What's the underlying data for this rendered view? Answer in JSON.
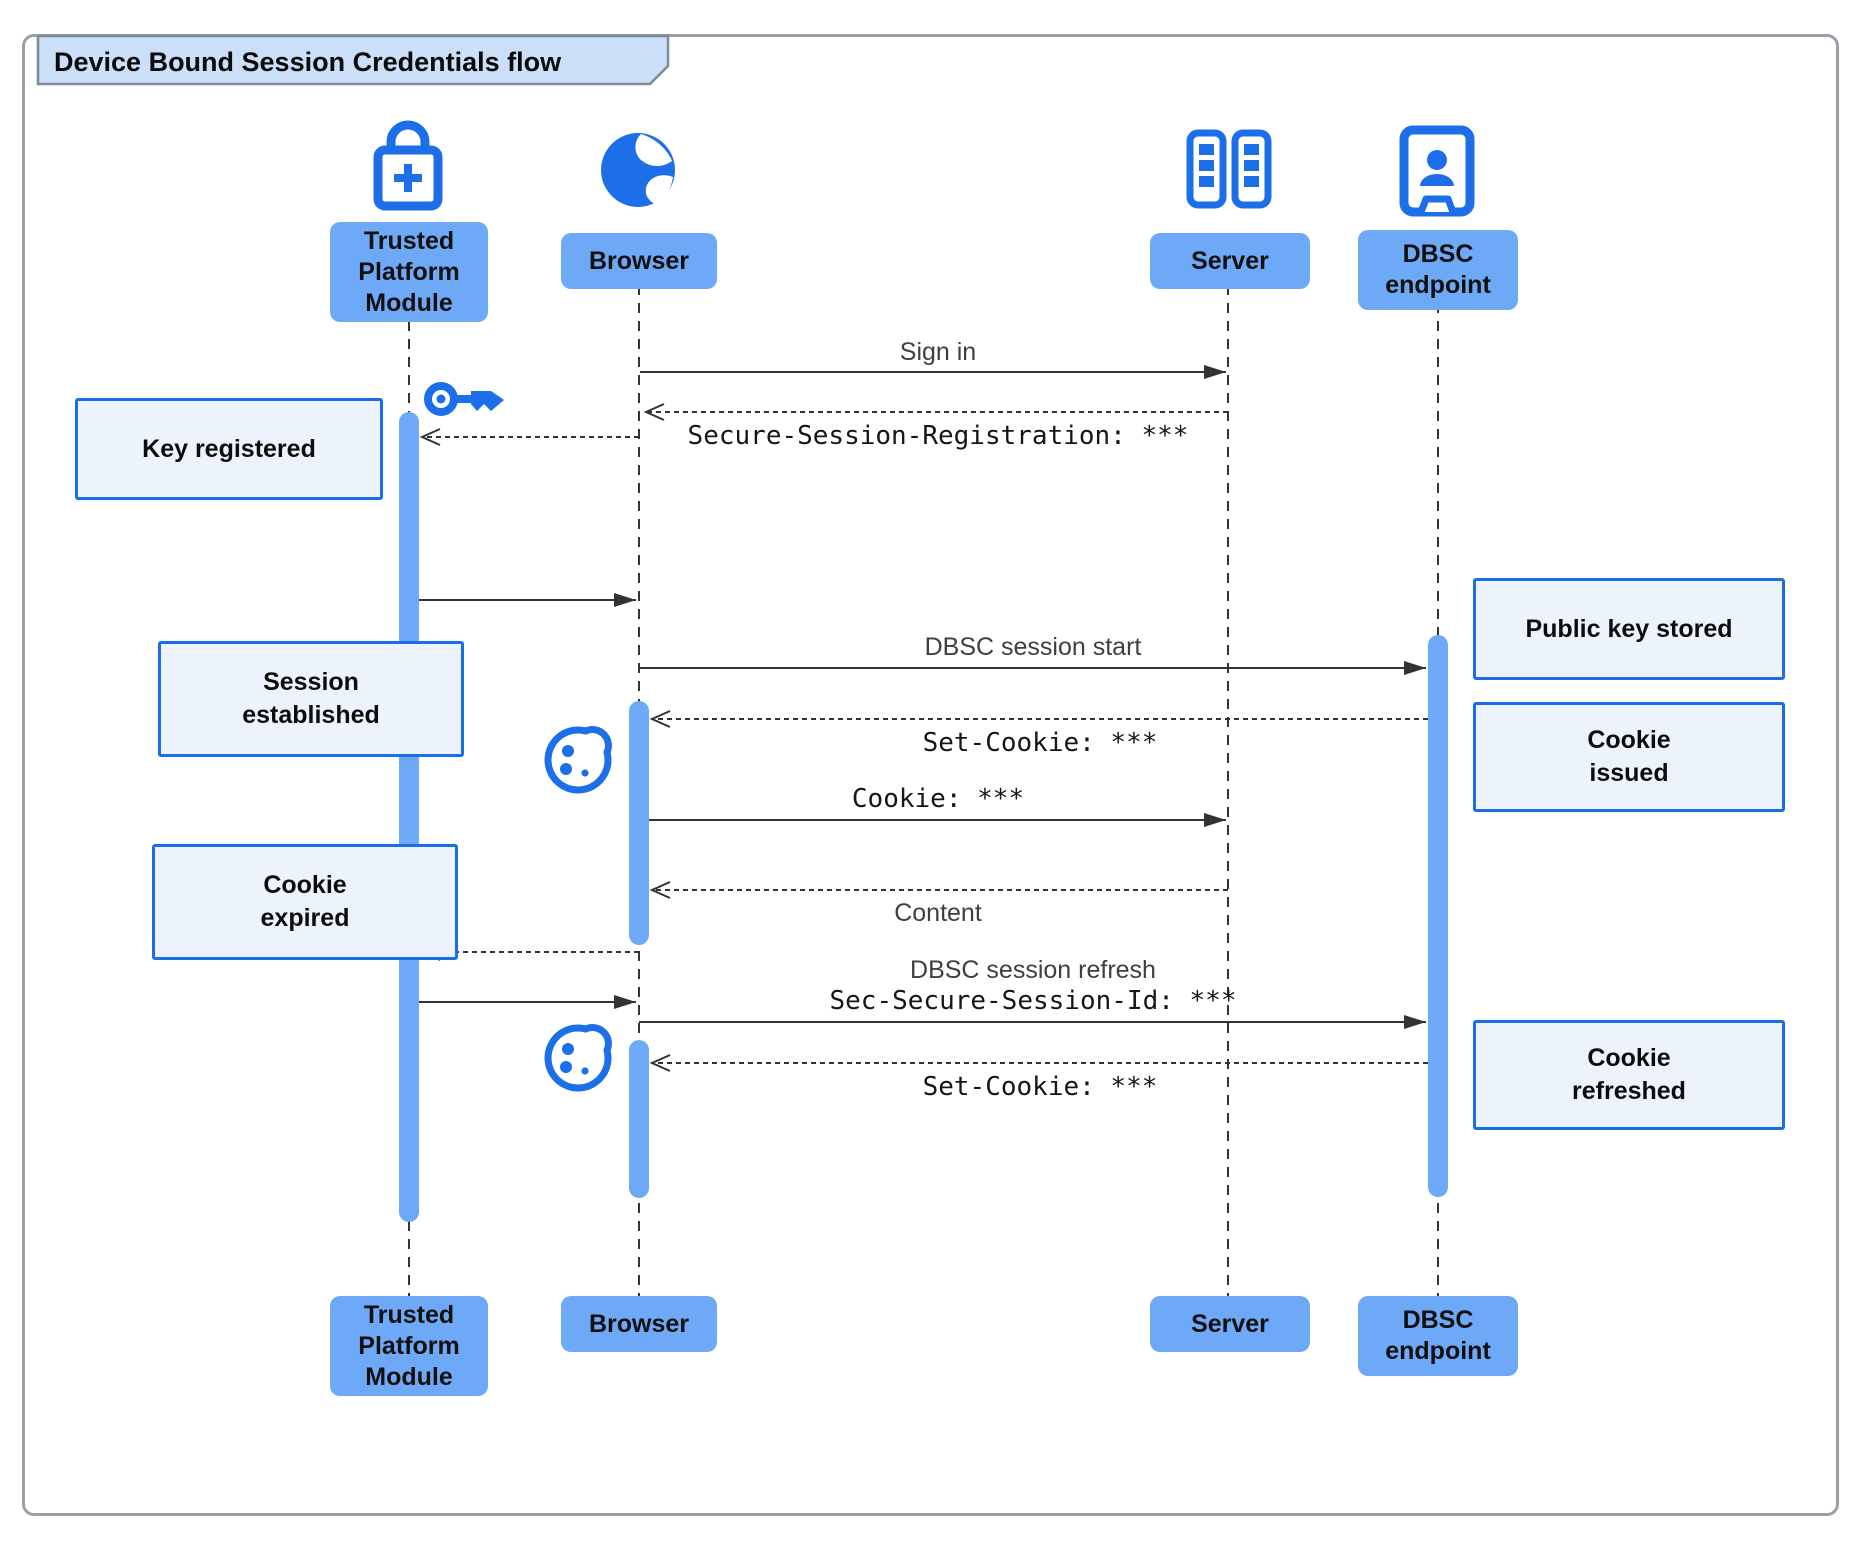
{
  "title": "Device Bound Session Credentials flow",
  "actors": {
    "tpm": {
      "lines": [
        "Trusted",
        "Platform",
        "Module"
      ],
      "icon": "lock-plus-icon"
    },
    "browser": {
      "lines": [
        "Browser"
      ],
      "icon": "globe-icon"
    },
    "server": {
      "lines": [
        "Server"
      ],
      "icon": "server-rack-icon"
    },
    "dbsc": {
      "lines": [
        "DBSC",
        "endpoint"
      ],
      "icon": "contact-badge-icon"
    }
  },
  "notes": {
    "key_registered": [
      "Key registered"
    ],
    "session_established": [
      "Session",
      "established"
    ],
    "cookie_expired": [
      "Cookie",
      "expired"
    ],
    "public_key_stored": [
      "Public key stored"
    ],
    "cookie_issued": [
      "Cookie",
      "issued"
    ],
    "cookie_refreshed": [
      "Cookie",
      "refreshed"
    ]
  },
  "messages": {
    "sign_in": "Sign in",
    "secure_session_registration": "Secure-Session-Registration: ***",
    "dbsc_session_start": "DBSC session start",
    "set_cookie_first": "Set-Cookie: ***",
    "cookie": "Cookie: ***",
    "content": "Content",
    "dbsc_session_refresh": "DBSC session refresh",
    "sec_secure_session_id": "Sec-Secure-Session-Id: ***",
    "set_cookie_second": "Set-Cookie: ***"
  },
  "decorations": {
    "key": "key-icon",
    "cookie_first": "cookie-icon",
    "cookie_second": "cookie-icon"
  },
  "colors": {
    "actor_box_fill": "#6EA9F7",
    "activation_bar_fill": "#6EA9F7",
    "note_fill": "#EDF3FD",
    "note_border": "#1A6FE8",
    "icon_blue": "#1C6FE8",
    "title_tab_fill": "#CBDFF9",
    "frame_border": "#98A0A8",
    "line_color": "#333333"
  }
}
